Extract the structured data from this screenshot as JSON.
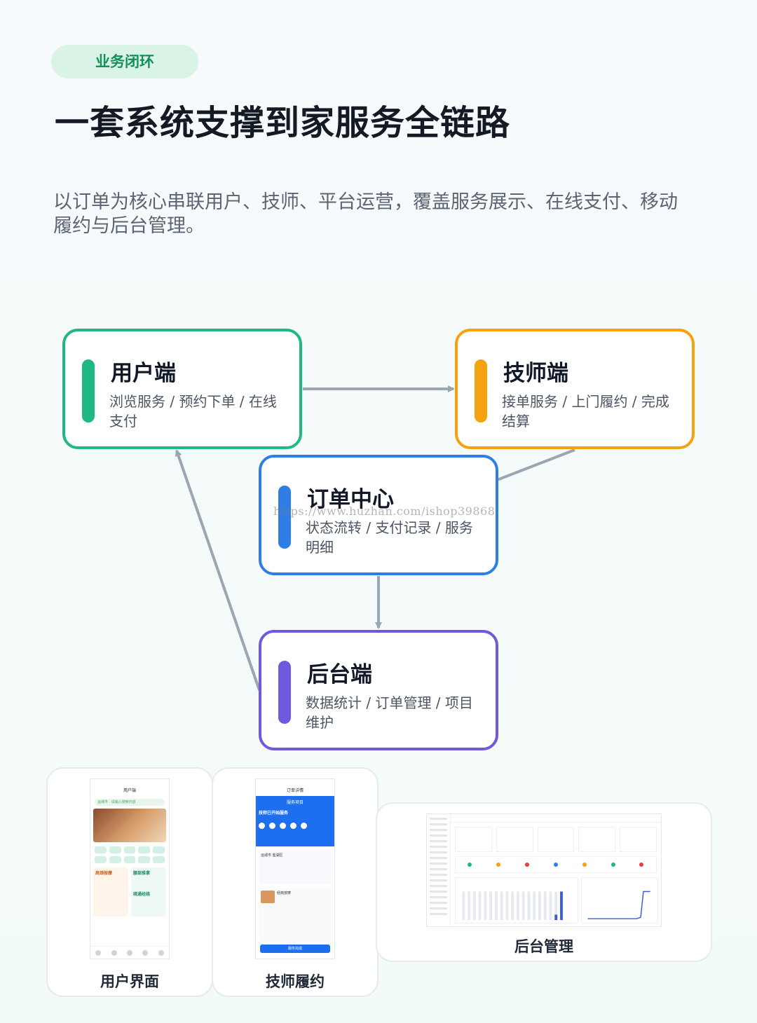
{
  "tag": "业务闭环",
  "headline": "一套系统支撑到家服务全链路",
  "subtitle": "以订单为核心串联用户、技师、平台运营，覆盖服务展示、在线支付、移动履约与后台管理。",
  "nodes": {
    "user": {
      "title": "用户端",
      "desc": "浏览服务 / 预约下单 / 在线支付",
      "color": "#1fb884"
    },
    "technician": {
      "title": "技师端",
      "desc": "接单服务 / 上门履约 / 完成结算",
      "color": "#f5a20e"
    },
    "order": {
      "title": "订单中心",
      "desc": "状态流转 / 支付记录 / 服务明细",
      "color": "#2f7ee8"
    },
    "admin": {
      "title": "后台端",
      "desc": "数据统计 / 订单管理 / 项目维护",
      "color": "#7058e0"
    }
  },
  "watermark": "https://www.huzhan.com/ishop39868",
  "screens": {
    "user": {
      "label": "用户界面",
      "app_title": "用户端",
      "location": "运城市",
      "search_placeholder": "请输入搜索内容",
      "promo_a": "肩颈按摩",
      "promo_b": "腰部推拿",
      "promo_c": "疏通经络"
    },
    "technician": {
      "label": "技师履约",
      "app_title": "订单详情",
      "header": "服务项目",
      "status": "技师已开始服务",
      "address": "运城市 盐湖区",
      "item": "经典按摩",
      "button": "服务完成"
    },
    "admin": {
      "label": "后台管理"
    }
  }
}
